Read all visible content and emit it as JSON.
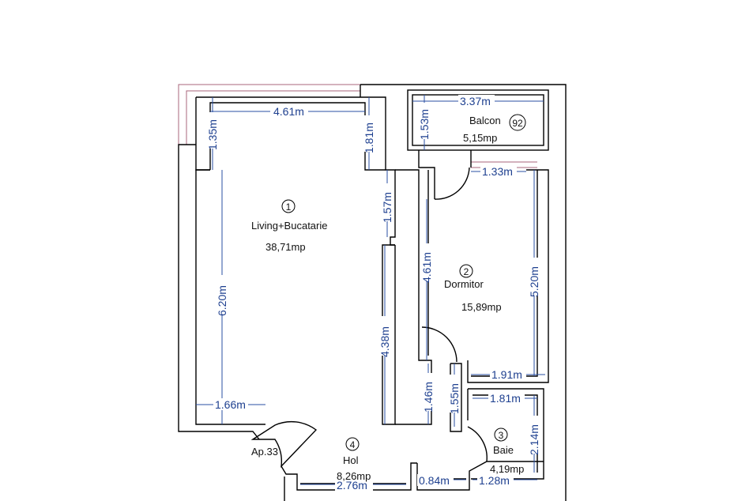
{
  "rooms": [
    {
      "number": "1",
      "name": "Living+Bucatarie",
      "area": "38,71mp"
    },
    {
      "number": "2",
      "name": "Dormitor",
      "area": "15,89mp"
    },
    {
      "number": "3",
      "name": "Baie",
      "area": "4,19mp"
    },
    {
      "number": "4",
      "name": "Hol",
      "area": "8,26mp"
    },
    {
      "number": "92",
      "name": "Balcon",
      "area": "5,15mp"
    }
  ],
  "apartment_label": "Ap.33",
  "dimensions": {
    "living_top": "4.61m",
    "living_left_upper": "1.35m",
    "living_right_upper": "1.81m",
    "living_right_mid": "1.57m",
    "living_height": "6.20m",
    "living_right_lower": "4.38m",
    "living_bottom": "1.66m",
    "balcony_width": "3.37m",
    "balcony_height": "1.53m",
    "bedroom_top": "1.33m",
    "bedroom_left": "4.61m",
    "bedroom_right": "5.20m",
    "bedroom_bottom": "1.91m",
    "hall_left": "1.46m",
    "hall_right": "1.55m",
    "bath_top": "1.81m",
    "bath_height": "2.14m",
    "bath_bottom": "1.28m",
    "hall_bottom": "2.76m",
    "hall_small": "0.84m"
  },
  "colors": {
    "walls": "#000000",
    "dimension_lines": "#2a4fa3",
    "dimension_text": "#1d3f8f",
    "balcony_rail": "#a8647b"
  }
}
